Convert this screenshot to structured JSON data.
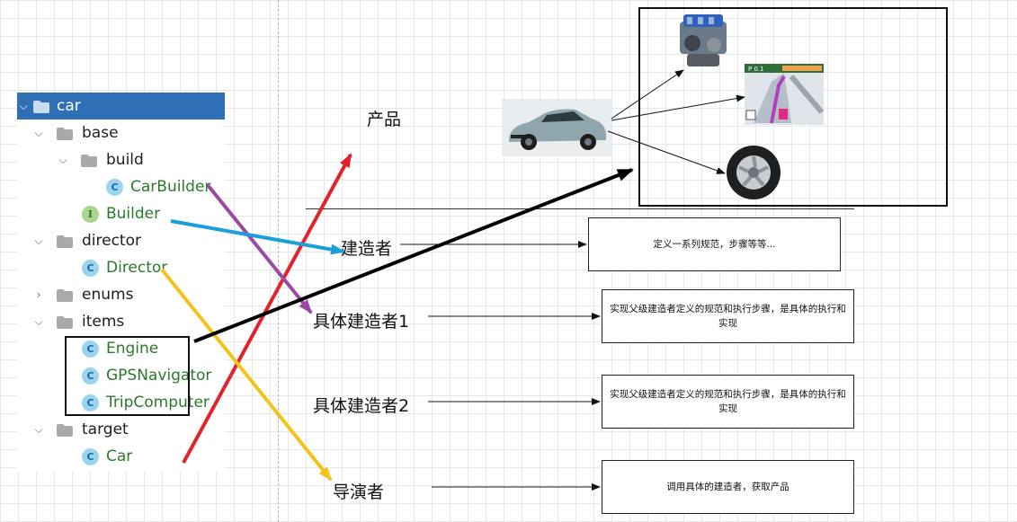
{
  "tree": {
    "root": "car",
    "base": "base",
    "build": "build",
    "car_builder": "CarBuilder",
    "builder": "Builder",
    "director_pkg": "director",
    "director": "Director",
    "enums": "enums",
    "items": "items",
    "engine": "Engine",
    "gps": "GPSNavigator",
    "trip": "TripComputer",
    "target": "target",
    "car": "Car",
    "class_icon_letter": "C",
    "interface_icon_letter": "I"
  },
  "diagram": {
    "product": "产品",
    "builder": "建造者",
    "concrete_builder_1": "具体建造者1",
    "concrete_builder_2": "具体建造者2",
    "director": "导演者",
    "builder_desc": "定义一系列规范，步骤等等...",
    "concrete_builder_1_desc": "实现父级建造者定义的规范和执行步骤，是具体的执行和实现",
    "concrete_builder_2_desc": "实现父级建造者定义的规范和执行步骤，是具体的执行和实现",
    "director_desc": "调用具体的建造者，获取产品"
  },
  "colors": {
    "selection": "#2f6fb5",
    "red_arrow": "#e3232c",
    "purple_arrow": "#9b4aa3",
    "blue_arrow": "#1a9fd8",
    "yellow_arrow": "#f5c21b",
    "black_arrow": "#000000"
  }
}
